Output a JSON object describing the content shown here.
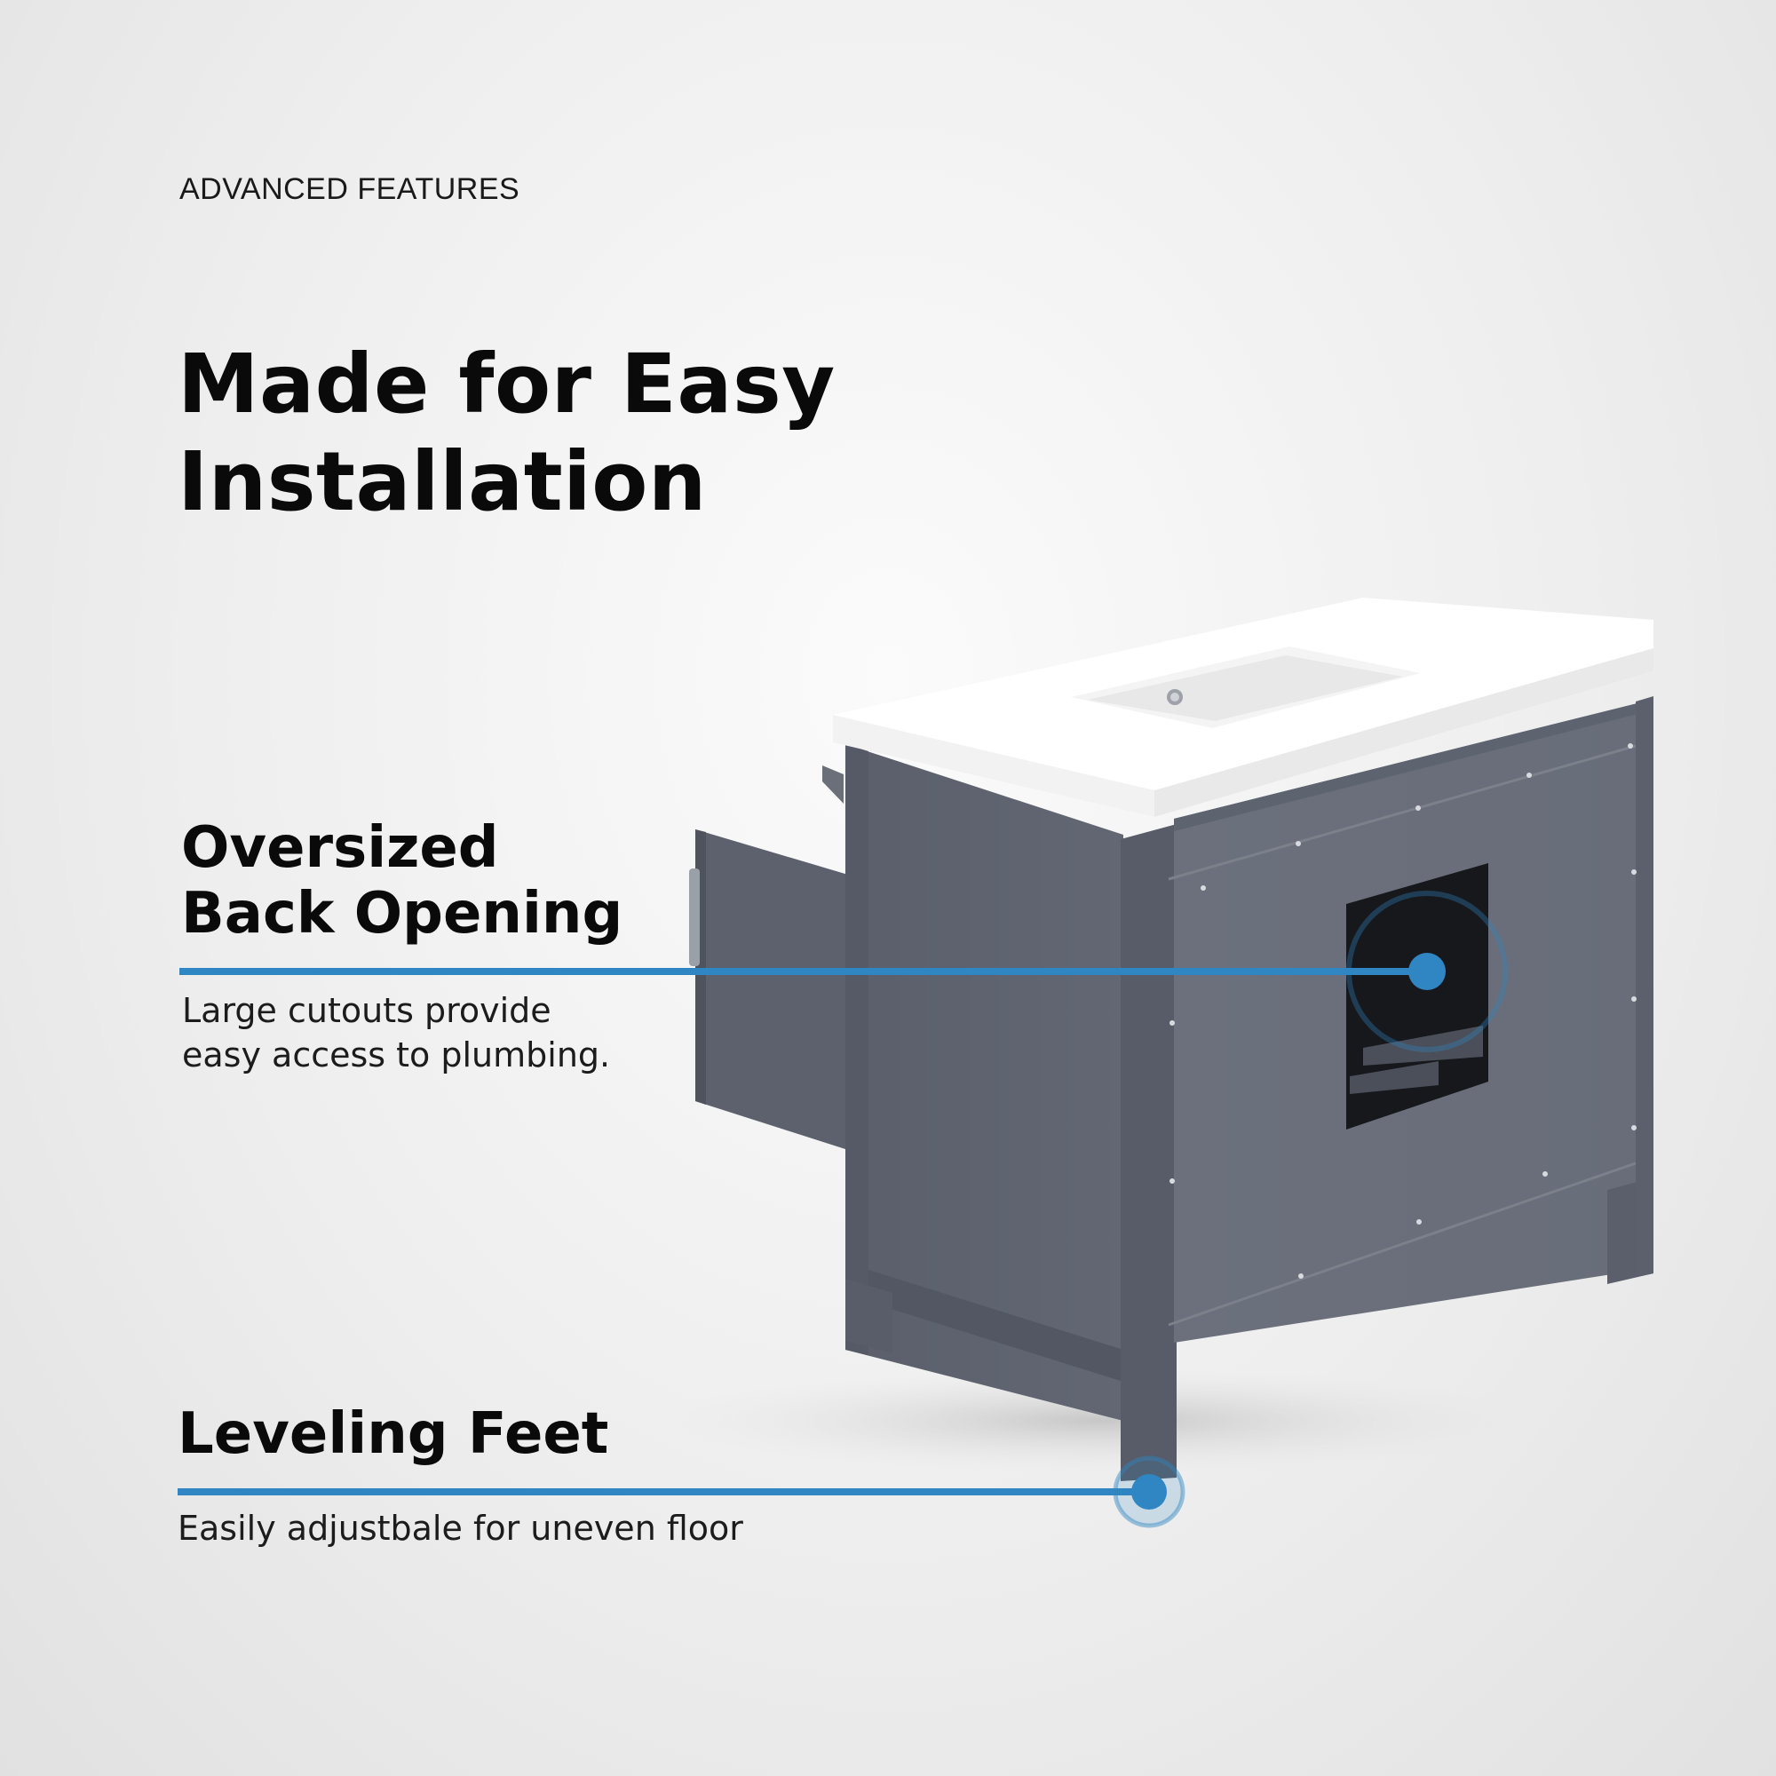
{
  "eyebrow": "ADVANCED FEATURES",
  "headline": {
    "line1": "Made for Easy",
    "line2": "Installation"
  },
  "features": [
    {
      "title_line1": "Oversized",
      "title_line2": "Back Opening",
      "desc_line1": "Large cutouts provide",
      "desc_line2": "easy access to plumbing."
    },
    {
      "title": "Leveling Feet",
      "desc": "Easily adjustbale for uneven floor"
    }
  ],
  "colors": {
    "accent": "#2f86c2",
    "cabinet": "#5f6470",
    "countertop": "#ffffff",
    "text": "#0b0b0b"
  }
}
